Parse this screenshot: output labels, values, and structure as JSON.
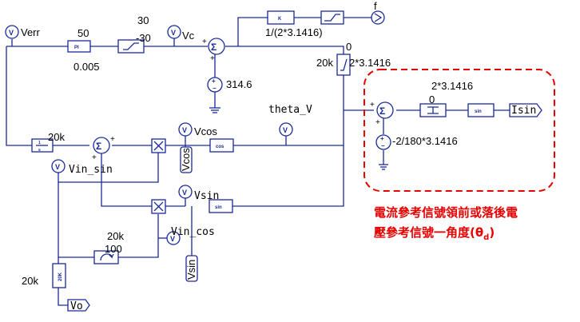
{
  "labels": {
    "verr": "Verr",
    "pi_gain": "50",
    "pi_time": "0.005",
    "lim_high": "30",
    "lim_low": "-30",
    "vc": "Vc",
    "k_gain": "1/(2*3.1416)",
    "f": "f",
    "reset_low": "0",
    "reset_high": "2*3.1416",
    "reset_freq": "20k",
    "const_ref": "314.6",
    "theta_v": "theta_V",
    "shift_high": "2*3.1416",
    "shift_low": "0",
    "shift_const": "-2/180*3.1416",
    "isin": "Isin",
    "lpf1": "20k",
    "vcos": "Vcos",
    "vcos_rot": "Vcos",
    "vin_sin": "Vin_sin",
    "vsin": "Vsin",
    "apf_freq": "20k",
    "apf_gain": "100",
    "vin_cos": "Vin_cos",
    "vsin_rot": "Vsin",
    "lpf_left": "20k",
    "vo": "Vo"
  },
  "blocks": {
    "pi": "PI",
    "k": "K",
    "sin1": "sin",
    "cos1": "cos",
    "sin2": "sin",
    "lpf_text": "20K"
  },
  "annotation": {
    "line1": "電流參考信號領前或落後電",
    "line2": "壓參考信號一角度(θ",
    "line2_sub": "d",
    "line2_end": ")"
  },
  "colors": {
    "wire": "#1a2a9a",
    "note": "#e60000"
  }
}
